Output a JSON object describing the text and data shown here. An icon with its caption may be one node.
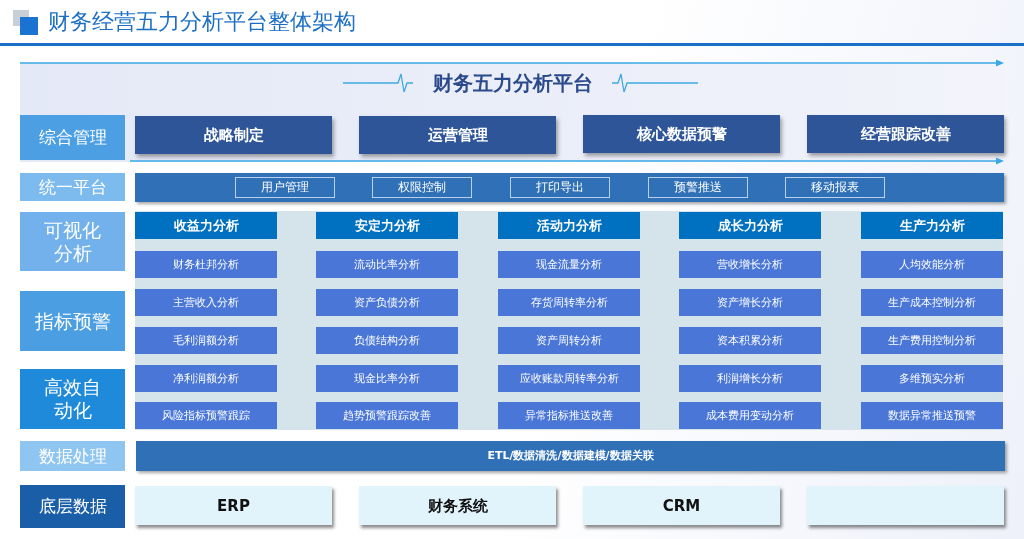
{
  "diagram": {
    "title": "财务经营五力分析平台整体架构",
    "nodes": [
      {
        "text": [
          "财务五力分析平台"
        ]
      },
      {
        "text": [
          "综合管理"
        ],
        "in": 0
      },
      {
        "text": [
          "战略制定"
        ],
        "in": 0
      },
      {
        "text": [
          "运营管理"
        ],
        "in": 0
      },
      {
        "text": [
          "核心数据预警"
        ],
        "in": 0
      },
      {
        "text": [
          "经营跟踪改善"
        ],
        "in": 0
      },
      {
        "text": [
          "统一平台"
        ]
      },
      {
        "text": [],
        "shape": "box"
      },
      {
        "text": [
          "用户管理"
        ],
        "in": 7
      },
      {
        "text": [
          "权限控制"
        ],
        "in": 7
      },
      {
        "text": [
          "打印导出"
        ],
        "in": 7
      },
      {
        "text": [
          "预警推送"
        ],
        "in": 7
      },
      {
        "text": [
          "移动报表"
        ],
        "in": 7
      },
      {
        "text": [
          "可视化分析"
        ]
      },
      {
        "text": [
          "指标预警"
        ]
      },
      {
        "text": [
          "高效自动化"
        ]
      },
      {
        "text": [],
        "shape": "box"
      },
      {
        "text": [
          "收益力分析"
        ],
        "in": 16
      },
      {
        "text": [
          "安定力分析"
        ],
        "in": 16
      },
      {
        "text": [
          "活动力分析"
        ],
        "in": 16
      },
      {
        "text": [
          "成长力分析"
        ],
        "in": 16
      },
      {
        "text": [
          "生产力分析"
        ],
        "in": 16
      },
      {
        "text": [
          "财务杜邦分析"
        ],
        "in": 16
      },
      {
        "text": [
          "流动比率分析"
        ],
        "in": 16
      },
      {
        "text": [
          "现金流量分析"
        ],
        "in": 16
      },
      {
        "text": [
          "营收增长分析"
        ],
        "in": 16
      },
      {
        "text": [
          "人均效能分析"
        ],
        "in": 16
      },
      {
        "text": [
          "主营收入分析"
        ],
        "in": 16
      },
      {
        "text": [
          "资产负债分析"
        ],
        "in": 16
      },
      {
        "text": [
          "存货周转率分析"
        ],
        "in": 16
      },
      {
        "text": [
          "资产增长分析"
        ],
        "in": 16
      },
      {
        "text": [
          "生产成本控制分析"
        ],
        "in": 16
      },
      {
        "text": [
          "毛利润额分析"
        ],
        "in": 16
      },
      {
        "text": [
          "负债结构分析"
        ],
        "in": 16
      },
      {
        "text": [
          "资产周转分析"
        ],
        "in": 16
      },
      {
        "text": [
          "资本积累分析"
        ],
        "in": 16
      },
      {
        "text": [
          "生产费用控制分析"
        ],
        "in": 16
      },
      {
        "text": [
          "净利润额分析"
        ],
        "in": 16
      },
      {
        "text": [
          "现金比率分析"
        ],
        "in": 16
      },
      {
        "text": [
          "应收账款周转率分析"
        ],
        "in": 16
      },
      {
        "text": [
          "利润增长分析"
        ],
        "in": 16
      },
      {
        "text": [
          "多维预实分析"
        ],
        "in": 16
      },
      {
        "text": [
          "风险指标预警跟踪"
        ],
        "in": 16
      },
      {
        "text": [
          "趋势预警跟踪改善"
        ],
        "in": 16
      },
      {
        "text": [
          "异常指标推送改善"
        ],
        "in": 16
      },
      {
        "text": [
          "成本费用变动分析"
        ],
        "in": 16
      },
      {
        "text": [
          "数据异常推送预警"
        ],
        "in": 16
      },
      {
        "text": [
          "数据处理"
        ]
      },
      {
        "text": [
          "ETL/数据清洗/数据建模/数据关联"
        ]
      },
      {
        "text": [
          "底层数据"
        ]
      },
      {
        "text": [
          "ERP"
        ]
      },
      {
        "text": [
          "财务系统"
        ]
      },
      {
        "text": [
          "CRM"
        ]
      },
      {
        "text": [],
        "shape": "box"
      }
    ]
  }
}
